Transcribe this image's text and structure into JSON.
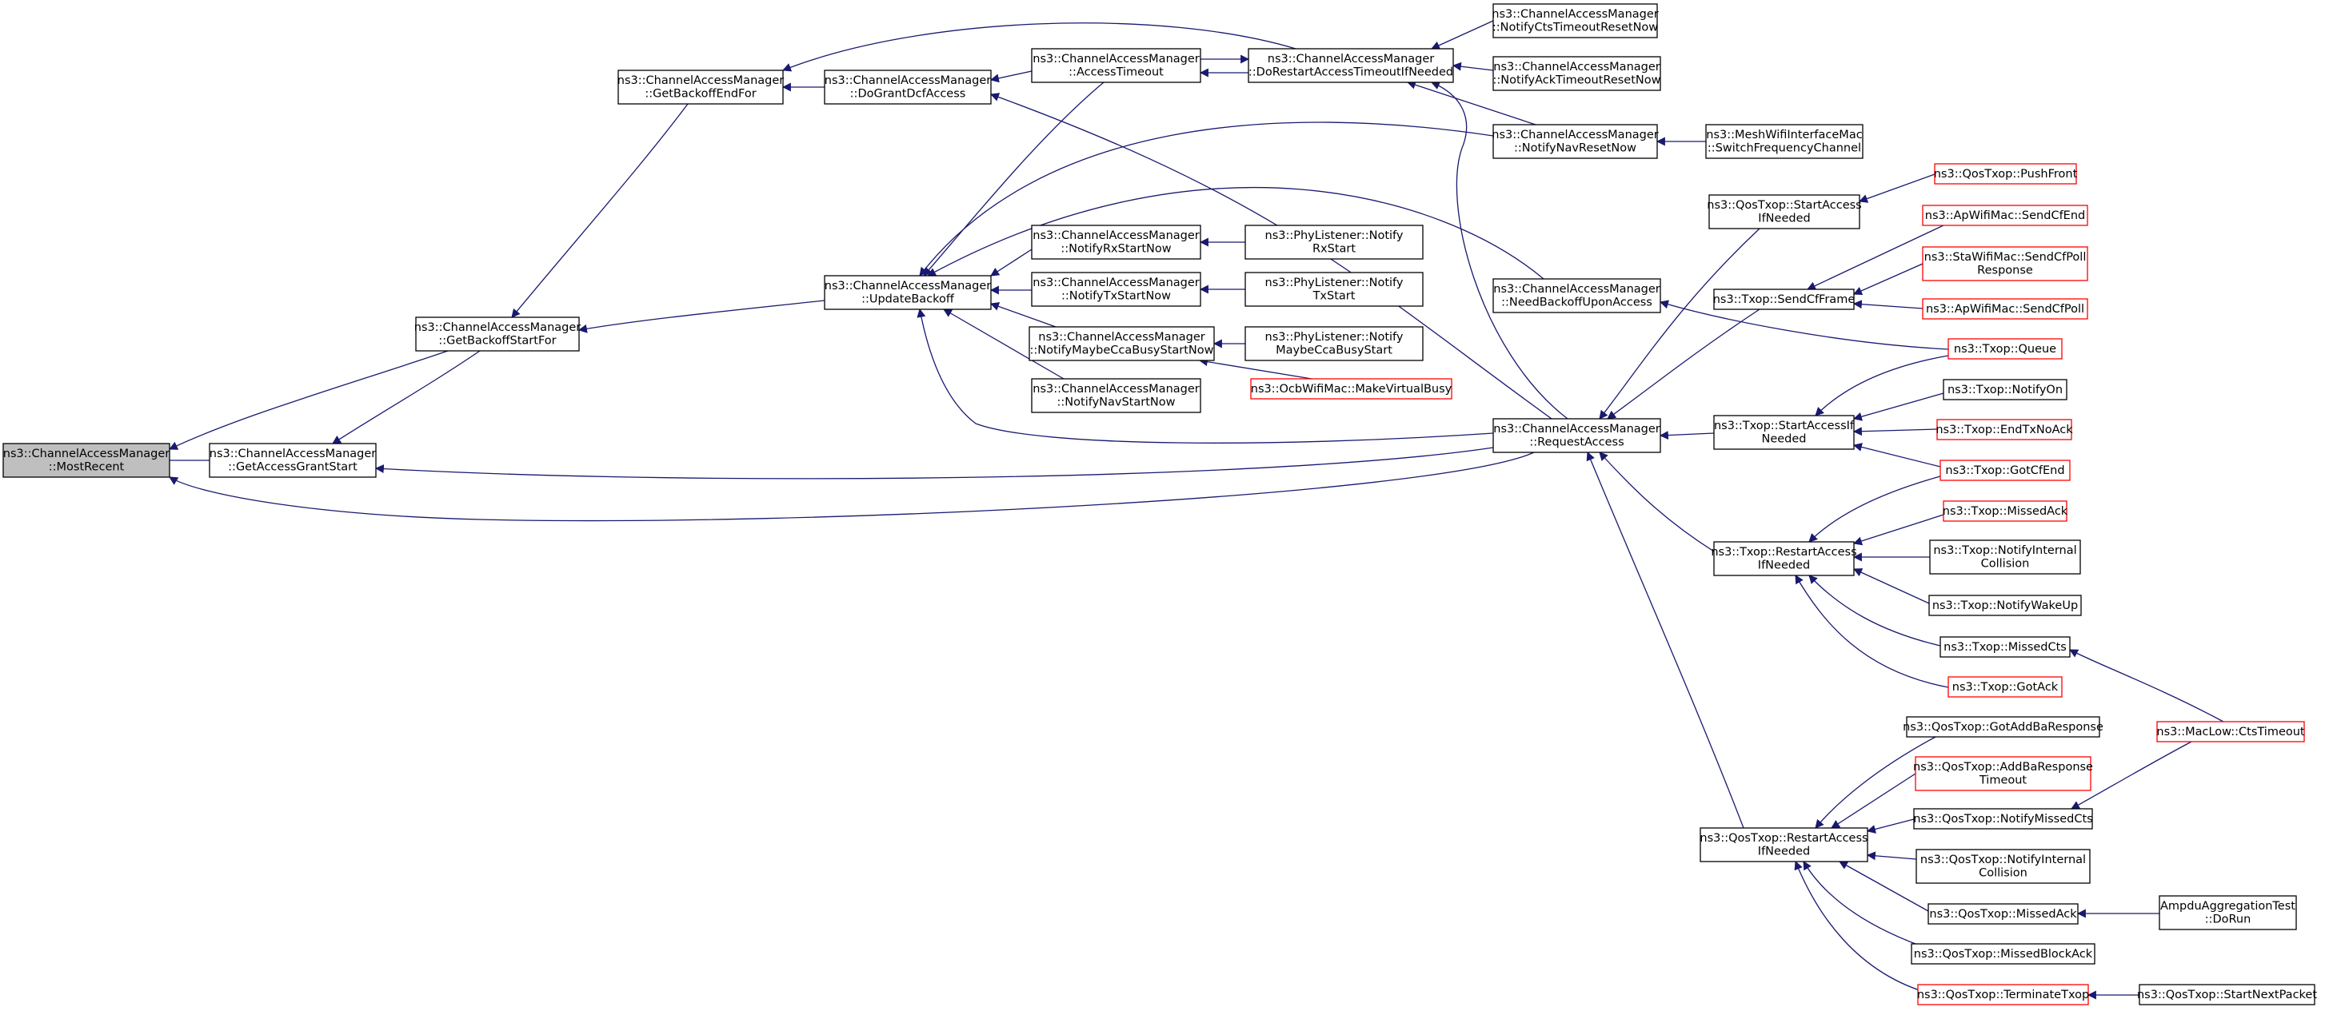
{
  "colors": {
    "edge": "#191970",
    "box_border": "#000000",
    "focus_border": "#000000",
    "focus_fill": "#bfbfbf",
    "truncated_border": "#ff0000",
    "box_fill": "#ffffff"
  },
  "nodes": [
    {
      "id": "mostrecent",
      "lines": [
        "ns3::ChannelAccessManager",
        "::MostRecent"
      ],
      "style": "focus"
    },
    {
      "id": "getaccessgrantstart",
      "lines": [
        "ns3::ChannelAccessManager",
        "::GetAccessGrantStart"
      ],
      "style": "normal"
    },
    {
      "id": "getbackoffstartfor",
      "lines": [
        "ns3::ChannelAccessManager",
        "::GetBackoffStartFor"
      ],
      "style": "normal"
    },
    {
      "id": "getbackoffendfor",
      "lines": [
        "ns3::ChannelAccessManager",
        "::GetBackoffEndFor"
      ],
      "style": "normal"
    },
    {
      "id": "dograntdcfaccess",
      "lines": [
        "ns3::ChannelAccessManager",
        "::DoGrantDcfAccess"
      ],
      "style": "normal"
    },
    {
      "id": "updatebackoff",
      "lines": [
        "ns3::ChannelAccessManager",
        "::UpdateBackoff"
      ],
      "style": "normal"
    },
    {
      "id": "accesstimeout",
      "lines": [
        "ns3::ChannelAccessManager",
        "::AccessTimeout"
      ],
      "style": "normal"
    },
    {
      "id": "dorestart",
      "lines": [
        "ns3::ChannelAccessManager",
        "::DoRestartAccessTimeoutIfNeeded"
      ],
      "style": "normal"
    },
    {
      "id": "notifyctstimeout",
      "lines": [
        "ns3::ChannelAccessManager",
        "::NotifyCtsTimeoutResetNow"
      ],
      "style": "normal"
    },
    {
      "id": "notifyacktimeout",
      "lines": [
        "ns3::ChannelAccessManager",
        "::NotifyAckTimeoutResetNow"
      ],
      "style": "normal"
    },
    {
      "id": "notifynavreset",
      "lines": [
        "ns3::ChannelAccessManager",
        "::NotifyNavResetNow"
      ],
      "style": "normal"
    },
    {
      "id": "meshswitch",
      "lines": [
        "ns3::MeshWifiInterfaceMac",
        "::SwitchFrequencyChannel"
      ],
      "style": "normal"
    },
    {
      "id": "notifyrxstart",
      "lines": [
        "ns3::ChannelAccessManager",
        "::NotifyRxStartNow"
      ],
      "style": "normal"
    },
    {
      "id": "notifytxstart",
      "lines": [
        "ns3::ChannelAccessManager",
        "::NotifyTxStartNow"
      ],
      "style": "normal"
    },
    {
      "id": "notifymaybecca",
      "lines": [
        "ns3::ChannelAccessManager",
        "::NotifyMaybeCcaBusyStartNow"
      ],
      "style": "normal"
    },
    {
      "id": "notifynavstart",
      "lines": [
        "ns3::ChannelAccessManager",
        "::NotifyNavStartNow"
      ],
      "style": "normal"
    },
    {
      "id": "phyrx",
      "lines": [
        "ns3::PhyListener::Notify",
        "RxStart"
      ],
      "style": "normal"
    },
    {
      "id": "phytx",
      "lines": [
        "ns3::PhyListener::Notify",
        "TxStart"
      ],
      "style": "normal"
    },
    {
      "id": "phycca",
      "lines": [
        "ns3::PhyListener::Notify",
        "MaybeCcaBusyStart"
      ],
      "style": "normal"
    },
    {
      "id": "ocbvirtual",
      "lines": [
        "ns3::OcbWifiMac::MakeVirtualBusy"
      ],
      "style": "truncated"
    },
    {
      "id": "needbackoff",
      "lines": [
        "ns3::ChannelAccessManager",
        "::NeedBackoffUponAccess"
      ],
      "style": "normal"
    },
    {
      "id": "requestaccess",
      "lines": [
        "ns3::ChannelAccessManager",
        "::RequestAccess"
      ],
      "style": "normal"
    },
    {
      "id": "qosstartaccess",
      "lines": [
        "ns3::QosTxop::StartAccess",
        "IfNeeded"
      ],
      "style": "normal"
    },
    {
      "id": "qospushfront",
      "lines": [
        "ns3::QosTxop::PushFront"
      ],
      "style": "truncated"
    },
    {
      "id": "sendcfframe",
      "lines": [
        "ns3::Txop::SendCfFrame"
      ],
      "style": "normal"
    },
    {
      "id": "apsendcfend",
      "lines": [
        "ns3::ApWifiMac::SendCfEnd"
      ],
      "style": "truncated"
    },
    {
      "id": "stasendcfpoll",
      "lines": [
        "ns3::StaWifiMac::SendCfPoll",
        "Response"
      ],
      "style": "truncated"
    },
    {
      "id": "apsendcfpoll",
      "lines": [
        "ns3::ApWifiMac::SendCfPoll"
      ],
      "style": "truncated"
    },
    {
      "id": "txopqueue",
      "lines": [
        "ns3::Txop::Queue"
      ],
      "style": "truncated"
    },
    {
      "id": "txopstartaccess",
      "lines": [
        "ns3::Txop::StartAccessIf",
        "Needed"
      ],
      "style": "normal"
    },
    {
      "id": "txopnotifyon",
      "lines": [
        "ns3::Txop::NotifyOn"
      ],
      "style": "normal"
    },
    {
      "id": "txopendtxnoack",
      "lines": [
        "ns3::Txop::EndTxNoAck"
      ],
      "style": "truncated"
    },
    {
      "id": "txopgotcfend",
      "lines": [
        "ns3::Txop::GotCfEnd"
      ],
      "style": "truncated"
    },
    {
      "id": "txoprestart",
      "lines": [
        "ns3::Txop::RestartAccess",
        "IfNeeded"
      ],
      "style": "normal"
    },
    {
      "id": "txopmissedack",
      "lines": [
        "ns3::Txop::MissedAck"
      ],
      "style": "truncated"
    },
    {
      "id": "txopnotifyinternal",
      "lines": [
        "ns3::Txop::NotifyInternal",
        "Collision"
      ],
      "style": "normal"
    },
    {
      "id": "txopnotifywakeup",
      "lines": [
        "ns3::Txop::NotifyWakeUp"
      ],
      "style": "normal"
    },
    {
      "id": "txopmissedcts",
      "lines": [
        "ns3::Txop::MissedCts"
      ],
      "style": "normal"
    },
    {
      "id": "txopgotack",
      "lines": [
        "ns3::Txop::GotAck"
      ],
      "style": "truncated"
    },
    {
      "id": "macctstimeout",
      "lines": [
        "ns3::MacLow::CtsTimeout"
      ],
      "style": "truncated"
    },
    {
      "id": "qosgotaddba",
      "lines": [
        "ns3::QosTxop::GotAddBaResponse"
      ],
      "style": "normal"
    },
    {
      "id": "qosaddbatimeout",
      "lines": [
        "ns3::QosTxop::AddBaResponse",
        "Timeout"
      ],
      "style": "truncated"
    },
    {
      "id": "qosrestart",
      "lines": [
        "ns3::QosTxop::RestartAccess",
        "IfNeeded"
      ],
      "style": "normal"
    },
    {
      "id": "qosnotifymissedcts",
      "lines": [
        "ns3::QosTxop::NotifyMissedCts"
      ],
      "style": "normal"
    },
    {
      "id": "qosnotifyinternal",
      "lines": [
        "ns3::QosTxop::NotifyInternal",
        "Collision"
      ],
      "style": "normal"
    },
    {
      "id": "qosmissedack",
      "lines": [
        "ns3::QosTxop::MissedAck"
      ],
      "style": "normal"
    },
    {
      "id": "ampdutest",
      "lines": [
        "AmpduAggregationTest",
        "::DoRun"
      ],
      "style": "normal"
    },
    {
      "id": "qosmissedblockack",
      "lines": [
        "ns3::QosTxop::MissedBlockAck"
      ],
      "style": "normal"
    },
    {
      "id": "qosterminate",
      "lines": [
        "ns3::QosTxop::TerminateTxop"
      ],
      "style": "truncated"
    },
    {
      "id": "qosstartnext",
      "lines": [
        "ns3::QosTxop::StartNextPacket"
      ],
      "style": "normal"
    }
  ],
  "edges": [
    {
      "from": "getaccessgrantstart",
      "to": "mostrecent"
    },
    {
      "from": "getbackoffstartfor",
      "to": "mostrecent"
    },
    {
      "from": "requestaccess",
      "to": "mostrecent"
    },
    {
      "from": "getbackoffstartfor",
      "to": "getaccessgrantstart"
    },
    {
      "from": "requestaccess",
      "to": "getaccessgrantstart"
    },
    {
      "from": "getbackoffendfor",
      "to": "getbackoffstartfor"
    },
    {
      "from": "updatebackoff",
      "to": "getbackoffstartfor"
    },
    {
      "from": "dograntdcfaccess",
      "to": "getbackoffendfor"
    },
    {
      "from": "dorestart",
      "to": "getbackoffendfor"
    },
    {
      "from": "accesstimeout",
      "to": "dograntdcfaccess"
    },
    {
      "from": "requestaccess",
      "to": "dograntdcfaccess"
    },
    {
      "from": "accesstimeout",
      "to": "updatebackoff"
    },
    {
      "from": "notifynavreset",
      "to": "updatebackoff"
    },
    {
      "from": "needbackoff",
      "to": "updatebackoff"
    },
    {
      "from": "notifyrxstart",
      "to": "updatebackoff"
    },
    {
      "from": "notifytxstart",
      "to": "updatebackoff"
    },
    {
      "from": "notifymaybecca",
      "to": "updatebackoff"
    },
    {
      "from": "notifynavstart",
      "to": "updatebackoff"
    },
    {
      "from": "requestaccess",
      "to": "updatebackoff"
    },
    {
      "from": "dorestart",
      "to": "accesstimeout"
    },
    {
      "from": "accesstimeout",
      "to": "dorestart"
    },
    {
      "from": "notifyctstimeout",
      "to": "dorestart"
    },
    {
      "from": "notifyacktimeout",
      "to": "dorestart"
    },
    {
      "from": "notifynavreset",
      "to": "dorestart"
    },
    {
      "from": "requestaccess",
      "to": "dorestart"
    },
    {
      "from": "meshswitch",
      "to": "notifynavreset"
    },
    {
      "from": "phyrx",
      "to": "notifyrxstart"
    },
    {
      "from": "phytx",
      "to": "notifytxstart"
    },
    {
      "from": "phycca",
      "to": "notifymaybecca"
    },
    {
      "from": "ocbvirtual",
      "to": "notifymaybecca"
    },
    {
      "from": "txopqueue",
      "to": "needbackoff"
    },
    {
      "from": "qosstartaccess",
      "to": "requestaccess"
    },
    {
      "from": "sendcfframe",
      "to": "requestaccess"
    },
    {
      "from": "txopstartaccess",
      "to": "requestaccess"
    },
    {
      "from": "txoprestart",
      "to": "requestaccess"
    },
    {
      "from": "qosrestart",
      "to": "requestaccess"
    },
    {
      "from": "qospushfront",
      "to": "qosstartaccess"
    },
    {
      "from": "apsendcfend",
      "to": "sendcfframe"
    },
    {
      "from": "stasendcfpoll",
      "to": "sendcfframe"
    },
    {
      "from": "apsendcfpoll",
      "to": "sendcfframe"
    },
    {
      "from": "txopqueue",
      "to": "txopstartaccess"
    },
    {
      "from": "txopnotifyon",
      "to": "txopstartaccess"
    },
    {
      "from": "txopendtxnoack",
      "to": "txopstartaccess"
    },
    {
      "from": "txopgotcfend",
      "to": "txopstartaccess"
    },
    {
      "from": "txopgotcfend",
      "to": "txoprestart"
    },
    {
      "from": "txopmissedack",
      "to": "txoprestart"
    },
    {
      "from": "txopnotifyinternal",
      "to": "txoprestart"
    },
    {
      "from": "txopnotifywakeup",
      "to": "txoprestart"
    },
    {
      "from": "txopmissedcts",
      "to": "txoprestart"
    },
    {
      "from": "txopgotack",
      "to": "txoprestart"
    },
    {
      "from": "macctstimeout",
      "to": "txopmissedcts"
    },
    {
      "from": "macctstimeout",
      "to": "qosnotifymissedcts"
    },
    {
      "from": "qosgotaddba",
      "to": "qosrestart"
    },
    {
      "from": "qosaddbatimeout",
      "to": "qosrestart"
    },
    {
      "from": "qosnotifymissedcts",
      "to": "qosrestart"
    },
    {
      "from": "qosnotifyinternal",
      "to": "qosrestart"
    },
    {
      "from": "qosmissedack",
      "to": "qosrestart"
    },
    {
      "from": "qosmissedblockack",
      "to": "qosrestart"
    },
    {
      "from": "qosterminate",
      "to": "qosrestart"
    },
    {
      "from": "ampdutest",
      "to": "qosmissedack"
    },
    {
      "from": "qosstartnext",
      "to": "qosterminate"
    }
  ]
}
